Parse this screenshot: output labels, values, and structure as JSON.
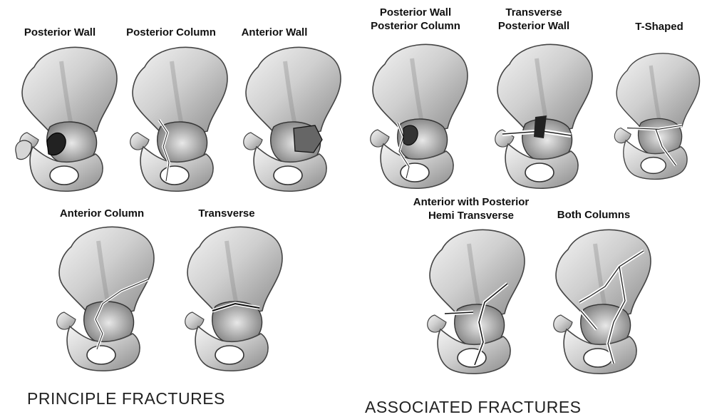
{
  "principle": {
    "title": "PRINCIPLE FRACTURES",
    "items": [
      {
        "lines": [
          "Posterior Wall"
        ]
      },
      {
        "lines": [
          "Posterior Column"
        ]
      },
      {
        "lines": [
          "Anterior Wall"
        ]
      },
      {
        "lines": [
          "Anterior Column"
        ]
      },
      {
        "lines": [
          "Transverse"
        ]
      }
    ]
  },
  "associated": {
    "title": "ASSOCIATED FRACTURES",
    "items": [
      {
        "lines": [
          "Posterior Wall",
          "Posterior Column"
        ]
      },
      {
        "lines": [
          "Transverse",
          "Posterior Wall"
        ]
      },
      {
        "lines": [
          "T-Shaped"
        ]
      },
      {
        "lines": [
          "Anterior with Posterior",
          "Hemi Transverse"
        ]
      },
      {
        "lines": [
          "Both Columns"
        ]
      }
    ]
  }
}
